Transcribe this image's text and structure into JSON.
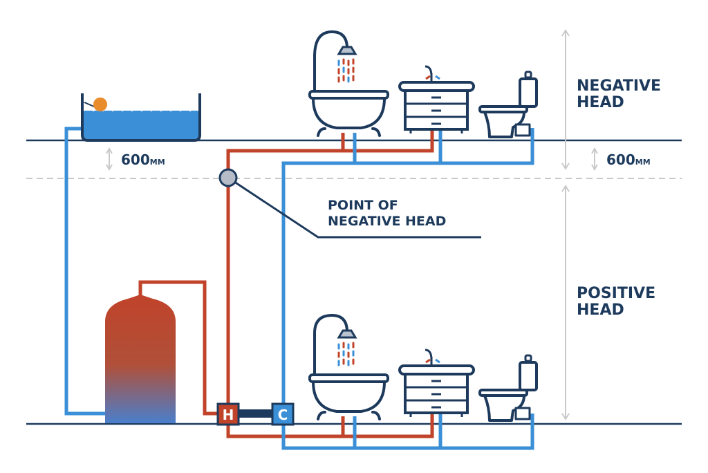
{
  "labels": {
    "negative_head": [
      "NEGATIVE",
      "HEAD"
    ],
    "positive_head": [
      "POSITIVE",
      "HEAD"
    ],
    "point_of_negative_head": [
      "POINT OF",
      "NEGATIVE HEAD"
    ],
    "height_left": {
      "value": "600",
      "unit": "MM"
    },
    "height_right": {
      "value": "600",
      "unit": "MM"
    },
    "hot_valve": "H",
    "cold_valve": "C"
  },
  "colors": {
    "hot": "#c0432a",
    "cold": "#3a8fd6",
    "outline": "#1d3a5c",
    "water": "#3a8fd6",
    "guide": "#c9c9c9",
    "float_ball": "#e98c2b"
  }
}
